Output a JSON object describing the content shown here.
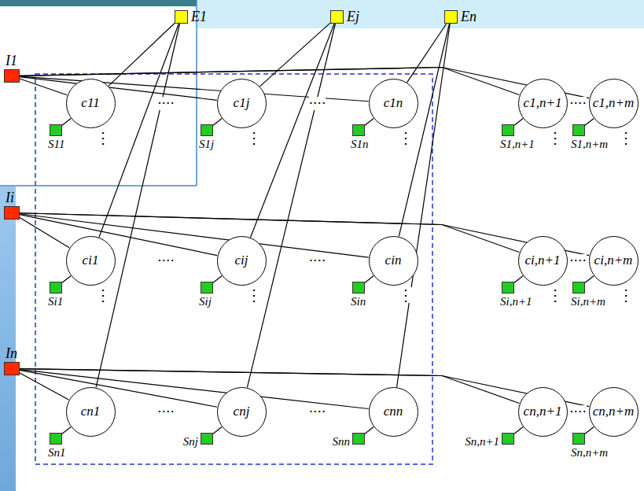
{
  "diagram": {
    "nodes": [
      {
        "text": [
          "E1"
        ]
      },
      {
        "text": [
          "Ej"
        ]
      },
      {
        "text": [
          "En"
        ]
      },
      {
        "text": [
          "I1"
        ]
      },
      {
        "text": [
          "c11"
        ]
      },
      {
        "text": [
          "c1j"
        ]
      },
      {
        "text": [
          "c1n"
        ]
      },
      {
        "text": [
          "c1,n+1"
        ]
      },
      {
        "text": [
          "c1,n+m"
        ]
      },
      {
        "text": [
          "S11"
        ]
      },
      {
        "text": [
          "S1j"
        ]
      },
      {
        "text": [
          "S1n"
        ]
      },
      {
        "text": [
          "S1,n+1"
        ]
      },
      {
        "text": [
          "S1,n+m"
        ]
      },
      {
        "text": [
          "Ii"
        ]
      },
      {
        "text": [
          "ci1"
        ]
      },
      {
        "text": [
          "cij"
        ]
      },
      {
        "text": [
          "cin"
        ]
      },
      {
        "text": [
          "ci,n+1"
        ]
      },
      {
        "text": [
          "ci,n+m"
        ]
      },
      {
        "text": [
          "Si1"
        ]
      },
      {
        "text": [
          "Sij"
        ]
      },
      {
        "text": [
          "Sin"
        ]
      },
      {
        "text": [
          "Si,n+1"
        ]
      },
      {
        "text": [
          "Si,n+m"
        ]
      },
      {
        "text": [
          "In"
        ]
      },
      {
        "text": [
          "cn1"
        ]
      },
      {
        "text": [
          "cnj"
        ]
      },
      {
        "text": [
          "cnn"
        ]
      },
      {
        "text": [
          "cn,n+1"
        ]
      },
      {
        "text": [
          "cn,n+m"
        ]
      },
      {
        "text": [
          "Sn1"
        ]
      },
      {
        "text": [
          "Snj"
        ]
      },
      {
        "text": [
          "Snn"
        ]
      },
      {
        "text": [
          "Sn,n+1"
        ]
      },
      {
        "text": [
          "Sn,n+m"
        ]
      }
    ],
    "edges": [
      {
        "from": 3,
        "to": 4,
        "arrow": "none"
      },
      {
        "from": 3,
        "to": 5,
        "arrow": "none"
      },
      {
        "from": 3,
        "to": 6,
        "arrow": "none"
      },
      {
        "from": 3,
        "to": 7,
        "arrow": "none"
      },
      {
        "from": 3,
        "to": 8,
        "arrow": "none"
      },
      {
        "from": 14,
        "to": 15,
        "arrow": "none"
      },
      {
        "from": 14,
        "to": 16,
        "arrow": "none"
      },
      {
        "from": 14,
        "to": 17,
        "arrow": "none"
      },
      {
        "from": 14,
        "to": 18,
        "arrow": "none"
      },
      {
        "from": 14,
        "to": 19,
        "arrow": "none"
      },
      {
        "from": 25,
        "to": 26,
        "arrow": "none"
      },
      {
        "from": 25,
        "to": 27,
        "arrow": "none"
      },
      {
        "from": 25,
        "to": 28,
        "arrow": "none"
      },
      {
        "from": 25,
        "to": 29,
        "arrow": "none"
      },
      {
        "from": 25,
        "to": 30,
        "arrow": "none"
      },
      {
        "from": 0,
        "to": 4,
        "arrow": "none"
      },
      {
        "from": 0,
        "to": 15,
        "arrow": "none"
      },
      {
        "from": 0,
        "to": 26,
        "arrow": "none"
      },
      {
        "from": 1,
        "to": 5,
        "arrow": "none"
      },
      {
        "from": 1,
        "to": 16,
        "arrow": "none"
      },
      {
        "from": 1,
        "to": 27,
        "arrow": "none"
      },
      {
        "from": 2,
        "to": 6,
        "arrow": "none"
      },
      {
        "from": 2,
        "to": 17,
        "arrow": "none"
      },
      {
        "from": 2,
        "to": 28,
        "arrow": "none"
      },
      {
        "from": 4,
        "to": 9,
        "arrow": "none"
      },
      {
        "from": 5,
        "to": 10,
        "arrow": "none"
      },
      {
        "from": 6,
        "to": 11,
        "arrow": "none"
      },
      {
        "from": 7,
        "to": 12,
        "arrow": "none"
      },
      {
        "from": 8,
        "to": 13,
        "arrow": "none"
      },
      {
        "from": 15,
        "to": 20,
        "arrow": "none"
      },
      {
        "from": 16,
        "to": 21,
        "arrow": "none"
      },
      {
        "from": 17,
        "to": 22,
        "arrow": "none"
      },
      {
        "from": 18,
        "to": 23,
        "arrow": "none"
      },
      {
        "from": 19,
        "to": 24,
        "arrow": "none"
      },
      {
        "from": 26,
        "to": 31,
        "arrow": "none"
      },
      {
        "from": 27,
        "to": 32,
        "arrow": "none"
      },
      {
        "from": 28,
        "to": 33,
        "arrow": "none"
      },
      {
        "from": 29,
        "to": 34,
        "arrow": "none"
      },
      {
        "from": 30,
        "to": 35,
        "arrow": "none"
      }
    ],
    "labels": [
      "····",
      "····",
      "····",
      "⋮",
      "⋮",
      "⋮",
      "⋮",
      "⋮",
      "····",
      "····",
      "····",
      "⋮",
      "⋮",
      "⋮",
      "⋮",
      "⋮",
      "····",
      "····",
      "····"
    ]
  }
}
